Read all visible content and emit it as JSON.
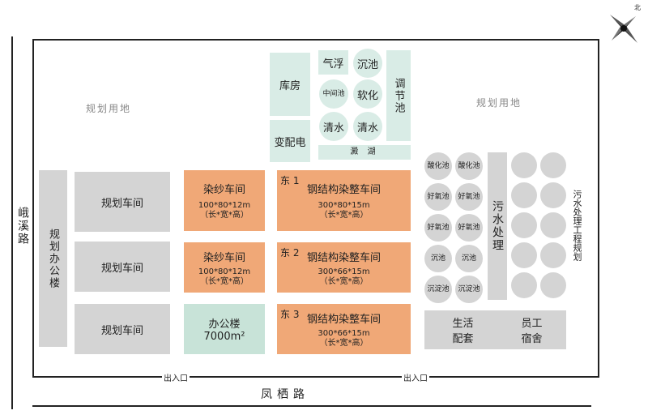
{
  "compass": {
    "label": "北"
  },
  "roads": {
    "west": "峨溪路",
    "south": "凤栖路"
  },
  "gates": [
    "出入口",
    "出入口"
  ],
  "planned_land": [
    "规划用地",
    "规划用地"
  ],
  "office_building_planned": "规划办公楼",
  "planned_workshops": [
    "规划车间",
    "规划车间",
    "规划车间"
  ],
  "dyeing_workshops": [
    {
      "name": "染纱车间",
      "size": "100*80*12m",
      "unit": "（长*宽*高）"
    },
    {
      "name": "染纱车间",
      "size": "100*80*12m",
      "unit": "（长*宽*高）"
    }
  ],
  "office": {
    "name": "办公楼",
    "area": "7000m²"
  },
  "steel_workshops": [
    {
      "tag": "东 1",
      "name": "钢结构染整车间",
      "size": "300*80*15m",
      "unit": "（长*宽*高）"
    },
    {
      "tag": "东 2",
      "name": "钢结构染整车间",
      "size": "300*66*15m",
      "unit": "（长*宽*高）"
    },
    {
      "tag": "东 3",
      "name": "钢结构染整车间",
      "size": "300*66*15m",
      "unit": "（长*宽*高）"
    }
  ],
  "utilities": {
    "warehouse": "库房",
    "substation": "变配电",
    "regulating_pool": "调节池",
    "water_pools": [
      "气浮",
      "沉池",
      "中间池",
      "软化",
      "清水",
      "清水"
    ],
    "bottom_bar": "澱 湖"
  },
  "wastewater": {
    "label": "污水处理",
    "pools": [
      "酸化池",
      "酸化池",
      "好氧池",
      "好氧池",
      "好氧池",
      "好氧池",
      "沉池",
      "沉池",
      "沉淀池",
      "沉淀池"
    ],
    "planned_label": "污水处理工程规划"
  },
  "dorm": {
    "life": "生活\n配套",
    "staff": "员工\n宿舍"
  }
}
